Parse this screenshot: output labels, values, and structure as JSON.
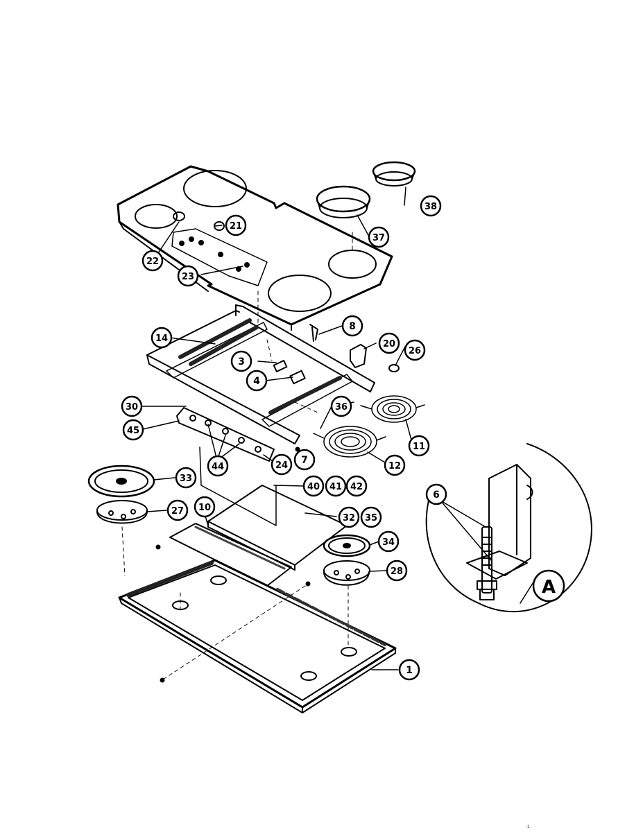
{
  "diagram": {
    "callouts": [
      {
        "id": "c1",
        "label": "1"
      },
      {
        "id": "c3",
        "label": "3"
      },
      {
        "id": "c4",
        "label": "4"
      },
      {
        "id": "c6",
        "label": "6"
      },
      {
        "id": "c7",
        "label": "7"
      },
      {
        "id": "c8",
        "label": "8"
      },
      {
        "id": "c10",
        "label": "10"
      },
      {
        "id": "c11",
        "label": "11"
      },
      {
        "id": "c12",
        "label": "12"
      },
      {
        "id": "c14",
        "label": "14"
      },
      {
        "id": "c20",
        "label": "20"
      },
      {
        "id": "c21",
        "label": "21"
      },
      {
        "id": "c22",
        "label": "22"
      },
      {
        "id": "c23",
        "label": "23"
      },
      {
        "id": "c24",
        "label": "24"
      },
      {
        "id": "c26",
        "label": "26"
      },
      {
        "id": "c27",
        "label": "27"
      },
      {
        "id": "c28",
        "label": "28"
      },
      {
        "id": "c30",
        "label": "30"
      },
      {
        "id": "c32",
        "label": "32"
      },
      {
        "id": "c33",
        "label": "33"
      },
      {
        "id": "c34",
        "label": "34"
      },
      {
        "id": "c35",
        "label": "35"
      },
      {
        "id": "c36",
        "label": "36"
      },
      {
        "id": "c37",
        "label": "37"
      },
      {
        "id": "c38",
        "label": "38"
      },
      {
        "id": "c40",
        "label": "40"
      },
      {
        "id": "c41",
        "label": "41"
      },
      {
        "id": "c42",
        "label": "42"
      },
      {
        "id": "c44",
        "label": "44"
      },
      {
        "id": "c45",
        "label": "45"
      }
    ],
    "detail_label": "A"
  },
  "footer": {
    "left_text": "",
    "right_text": "",
    "page_mark": "1"
  }
}
